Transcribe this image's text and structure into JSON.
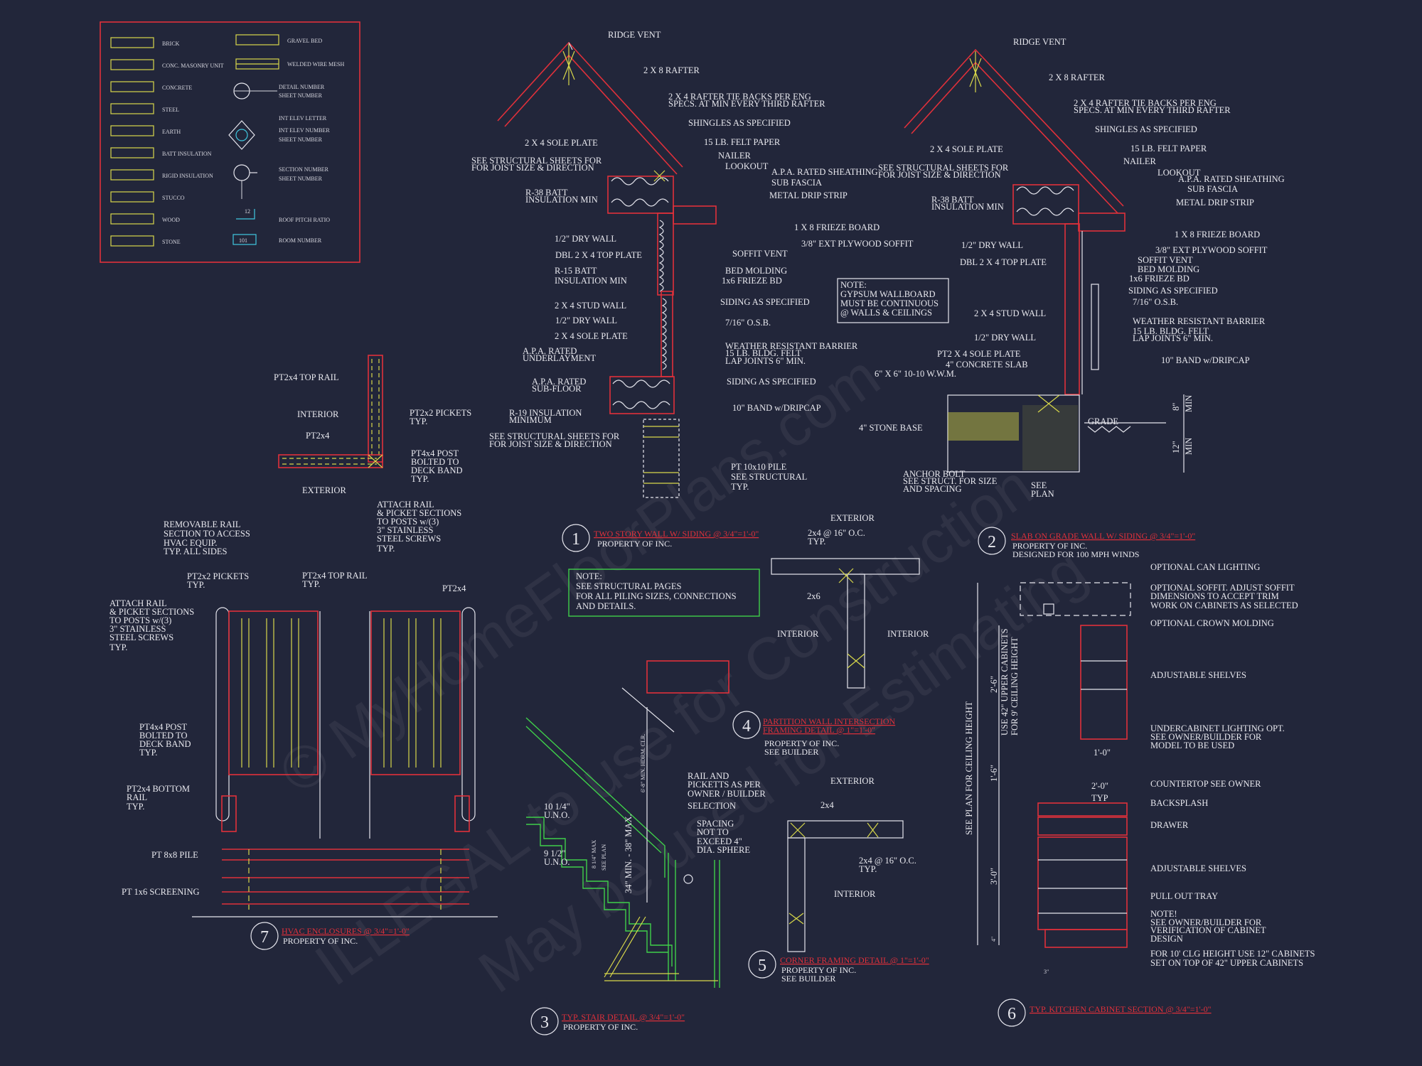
{
  "colors": {
    "background": "#22263a",
    "line": "#e6e6ee",
    "section_cut": "#e0303a",
    "member": "#d8d84a",
    "stair": "#3fcf4a",
    "symbol": "#40c8e0"
  },
  "watermark": {
    "line1": "© MyHomeFloorPlans.com",
    "line2": "ILLEGAL to use for Construction",
    "line3": "May be used for Estimating"
  },
  "legend": {
    "left": [
      "BRICK",
      "CONC. MASONRY UNIT",
      "CONCRETE",
      "STEEL",
      "EARTH",
      "BATT INSULATION",
      "RIGID INSULATION",
      "STUCCO",
      "WOOD",
      "STONE"
    ],
    "right": {
      "gravel": "GRAVEL BED",
      "mesh": "WELDED WIRE MESH",
      "detail_number": "DETAIL NUMBER",
      "sheet_number_a": "SHEET NUMBER",
      "int_elev_letter": "INT ELEV LETTER",
      "int_elev_number": "INT ELEV NUMBER",
      "sheet_number_b": "SHEET NUMBER",
      "section_number": "SECTION NUMBER",
      "sheet_number_c": "SHEET NUMBER",
      "roof_pitch_ratio": "ROOF PITCH RATIO",
      "pitch_value": "12",
      "room_number": "ROOM NUMBER",
      "room_value": "101"
    }
  },
  "d1": {
    "number": "1",
    "title": "TWO STORY WALL W/ SIDING @      3/4\"=1'-0\"",
    "subtitle": "PROPERTY OF  INC.",
    "labels": [
      "RIDGE VENT",
      "2 X 8 RAFTER",
      "2 X 4 RAFTER TIE BACKS PER ENG",
      "SPECS. AT MIN EVERY THIRD RAFTER",
      "SHINGLES AS SPECIFIED",
      "15 LB. FELT PAPER",
      "2 X 4 SOLE PLATE",
      "NAILER",
      "LOOKOUT",
      "SEE STRUCTURAL SHEETS FOR",
      "FOR JOIST SIZE & DIRECTION",
      "A.P.A. RATED SHEATHING",
      "SUB FASCIA",
      "R-38 BATT",
      "INSULATION MIN",
      "METAL DRIP STRIP",
      "1 X 8  FRIEZE BOARD",
      "1/2\" DRY WALL",
      "3/8\" EXT PLYWOOD SOFFIT",
      "DBL 2 X 4 TOP PLATE",
      "SOFFIT VENT",
      "R-15 BATT",
      "BED MOLDING",
      "INSULATION MIN",
      "1x6 FRIEZE BD",
      "2 X 4 STUD WALL",
      "SIDING AS SPECIFIED",
      "1/2\" DRY WALL",
      "7/16\" O.S.B.",
      "2 X 4 SOLE PLATE",
      "A.P.A. RATED",
      "UNDERLAYMENT",
      "WEATHER RESISTANT BARRIER",
      "15 LB. BLDG. FELT",
      "LAP JOINTS 6\" MIN.",
      "A.P.A. RATED",
      "SUB-FLOOR",
      "SIDING AS SPECIFIED",
      "R-19 INSULATION",
      "MINIMUM",
      "10\" BAND w/DRIPCAP",
      "SEE STRUCTURAL SHEETS FOR",
      "FOR JOIST SIZE & DIRECTION",
      "PT 10x10 PILE",
      "SEE STRUCTURAL",
      "TYP."
    ]
  },
  "d2": {
    "number": "2",
    "title": "SLAB ON GRADE WALL W/ SIDING @  3/4\"=1'-0\"",
    "subtitle1": "PROPERTY OF  INC.",
    "subtitle2": "DESIGNED FOR 100 MPH WINDS",
    "labels": [
      "RIDGE VENT",
      "2 X 8 RAFTER",
      "2 X 4 RAFTER TIE BACKS PER ENG",
      "SPECS. AT MIN EVERY THIRD RAFTER",
      "SHINGLES AS SPECIFIED",
      "2 X 4 SOLE PLATE",
      "15 LB. FELT PAPER",
      "NAILER",
      "SEE STRUCTURAL SHEETS FOR",
      "FOR JOIST SIZE & DIRECTION",
      "LOOKOUT",
      "A.P.A. RATED SHEATHING",
      "SUB FASCIA",
      "R-38 BATT",
      "INSULATION MIN",
      "METAL DRIP STRIP",
      "1 X 8  FRIEZE BOARD",
      "1/2\" DRY WALL",
      "3/8\" EXT PLYWOOD SOFFIT",
      "SOFFIT VENT",
      "DBL 2 X 4 TOP PLATE",
      "BED MOLDING",
      "1x6 FRIEZE BD",
      "SIDING AS SPECIFIED",
      "7/16\" O.S.B.",
      "2 X 4 STUD WALL",
      "WEATHER RESISTANT BARRIER",
      "15 LB. BLDG. FELT",
      "LAP JOINTS 6\" MIN.",
      "1/2\" DRY WALL",
      "PT2 X 4 SOLE PLATE",
      "10\" BAND w/DRIPCAP",
      "4\" CONCRETE SLAB",
      "6\" X 6\" 10-10 W.W.M.",
      "8\"",
      "MIN",
      "GRADE",
      "4\" STONE BASE",
      "12\"",
      "MIN",
      "ANCHOR BOLT",
      "SEE STRUCT. FOR SIZE",
      "AND SPACING",
      "SEE",
      "PLAN"
    ],
    "note": [
      "NOTE:",
      "GYPSUM WALLBOARD",
      "MUST BE CONTINUOUS",
      "@ WALLS & CEILINGS"
    ]
  },
  "rail": {
    "labels": [
      "PT2x4 TOP RAIL",
      "INTERIOR",
      "PT2x2 PICKETS",
      "TYP.",
      "PT2x4",
      "PT4x4 POST",
      "BOLTED TO",
      "DECK BAND",
      "TYP.",
      "EXTERIOR",
      "ATTACH RAIL",
      "& PICKET SECTIONS",
      "TO POSTS w/(3)",
      "3\" STAINLESS",
      "STEEL SCREWS",
      "TYP."
    ]
  },
  "d7": {
    "number": "7",
    "title": "HVAC ENCLOSURES @            3/4\"=1'-0\"",
    "subtitle": "PROPERTY OF  INC.",
    "labels": [
      "REMOVABLE RAIL",
      "SECTION TO ACCESS",
      "HVAC EQUIP.",
      "TYP. ALL SIDES",
      "PT2x2 PICKETS",
      "TYP.",
      "PT2x4 TOP RAIL",
      "TYP.",
      "PT2x4",
      "ATTACH RAIL",
      "& PICKET SECTIONS",
      "TO POSTS w/(3)",
      "3\" STAINLESS",
      "STEEL SCREWS",
      "TYP.",
      "PT4x4 POST",
      "BOLTED TO",
      "DECK BAND",
      "TYP.",
      "PT2x4 BOTTOM",
      "RAIL",
      "TYP.",
      "PT 8x8 PILE",
      "PT 1x6 SCREENING"
    ]
  },
  "note_piling": [
    "NOTE:",
    "SEE STRUCTURAL PAGES",
    "FOR ALL PILING SIZES, CONNECTIONS",
    "AND DETAILS."
  ],
  "d4": {
    "number": "4",
    "title1": "PARTITION WALL INTERSECTION",
    "title2": "FRAMING DETAIL @ 1\"=1'-0\"",
    "subtitle1": "PROPERTY OF  INC.",
    "subtitle2": "SEE BUILDER",
    "labels": [
      "EXTERIOR",
      "2x4 @ 16\" O.C.",
      "TYP.",
      "2x6",
      "INTERIOR",
      "INTERIOR"
    ]
  },
  "d5": {
    "number": "5",
    "title": "CORNER FRAMING DETAIL @ 1\"=1'-0\"",
    "subtitle1": "PROPERTY OF  INC.",
    "subtitle2": "SEE BUILDER",
    "labels": [
      "EXTERIOR",
      "2x4",
      "2x4 @ 16\" O.C.",
      "TYP.",
      "INTERIOR"
    ]
  },
  "d3": {
    "number": "3",
    "title": "TYP. STAIR DETAIL @        3/4\"=1'-0\"",
    "subtitle": "PROPERTY OF  INC.",
    "labels": [
      "RAIL AND",
      "PICKETTS AS PER",
      "OWNER / BUILDER",
      "SELECTION",
      "SPACING",
      "NOT TO",
      "EXCEED 4\"",
      "DIA. SPHERE",
      "10 1/4\"",
      "U.N.O.",
      "9 1/2\"",
      "U.N.O.",
      "6'-8\" MIN. HDRM. CLR.",
      "34\" MIN. - 38\" MAX.",
      "8 1/4\" MAX",
      "SEE PLAN"
    ]
  },
  "d6": {
    "number": "6",
    "title": "TYP. KITCHEN CABINET SECTION @        3/4\"=1'-0\"",
    "labels": [
      "OPTIONAL CAN LIGHTING",
      "OPTIONAL SOFFIT.  ADJUST SOFFIT",
      "DIMENSIONS TO ACCEPT TRIM",
      "WORK ON CABINETS AS SELECTED",
      "OPTIONAL CROWN MOLDING",
      "ADJUSTABLE SHELVES",
      "UNDERCABINET LIGHTING OPT.",
      "SEE OWNER/BUILDER FOR",
      "MODEL TO BE USED",
      "COUNTERTOP SEE OWNER",
      "BACKSPLASH",
      "DRAWER",
      "ADJUSTABLE SHELVES",
      "PULL OUT TRAY",
      "NOTE!",
      "SEE OWNER/BUILDER FOR",
      "VERIFICATION OF CABINET",
      "DESIGN",
      "FOR 10' CLG HEIGHT USE 12\" CABINETS",
      "SET ON TOP OF 42\" UPPER CABINETS",
      "1'-0\"",
      "2'-0\"",
      "TYP",
      "2'-6\"",
      "1'-6\"",
      "3'-0\"",
      "4\"",
      "3\"",
      "SEE PLAN FOR CEILING HEIGHT",
      "USE 42\" UPPER CABINETS",
      "FOR 9' CEILING HEIGHT"
    ]
  }
}
